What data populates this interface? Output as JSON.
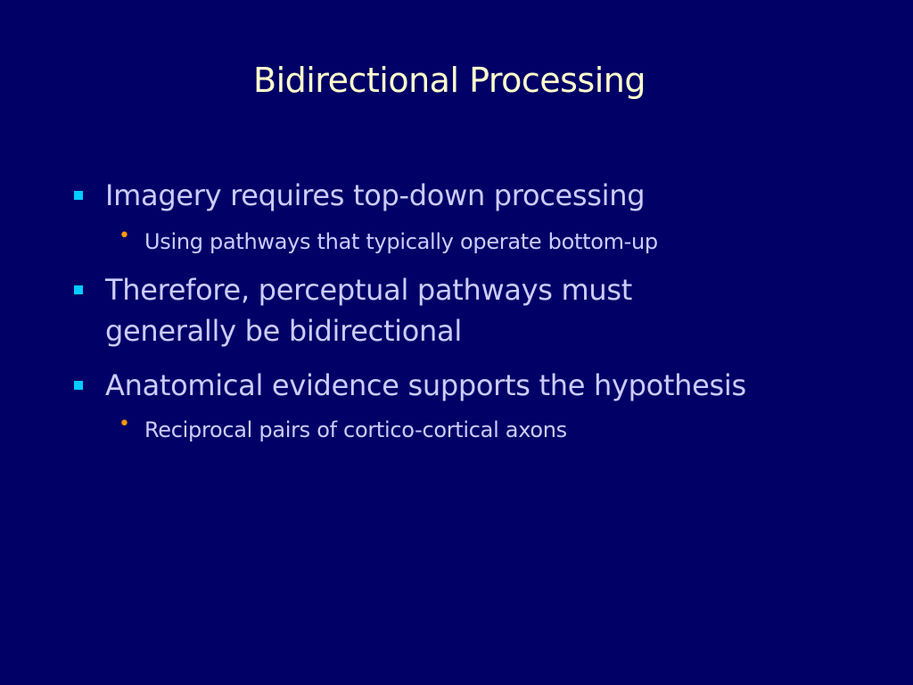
{
  "slide": {
    "title": "Bidirectional Processing",
    "bullets": [
      {
        "level": 1,
        "marker": "square-bullet-icon",
        "text": "Imagery requires top-down processing"
      },
      {
        "level": 2,
        "marker": "dot-bullet-icon",
        "text": "Using pathways that typically operate bottom-up"
      },
      {
        "level": 1,
        "marker": "square-bullet-icon",
        "text_line1": "Therefore, perceptual pathways must",
        "text_line2": "generally be bidirectional"
      },
      {
        "level": 1,
        "marker": "square-bullet-icon",
        "text": "Anatomical evidence supports the hypothesis"
      },
      {
        "level": 2,
        "marker": "dot-bullet-icon",
        "text": "Reciprocal pairs of cortico-cortical axons"
      }
    ],
    "colors": {
      "background": "#000066",
      "title": "#ffffcc",
      "text": "#ccccff",
      "level1_marker": "#00ccff",
      "level2_marker": "#ff9900"
    }
  }
}
